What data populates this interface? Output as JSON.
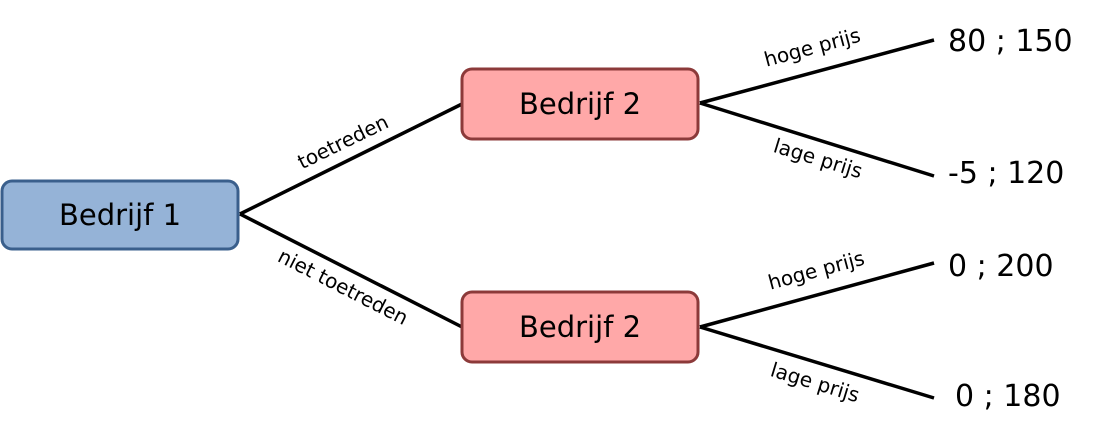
{
  "nodes": {
    "root": {
      "label": "Bedrijf 1",
      "fill": "#95b3d7",
      "border": "#3a5f8c"
    },
    "top": {
      "label": "Bedrijf 2",
      "fill": "#ffa8a8",
      "border": "#8c3a3a"
    },
    "bottom": {
      "label": "Bedrijf 2",
      "fill": "#ffa8a8",
      "border": "#8c3a3a"
    }
  },
  "edges": {
    "enter": "toetreden",
    "not_enter": "niet toetreden",
    "top_high": "hoge prijs",
    "top_low": "lage prijs",
    "bottom_high": "hoge prijs",
    "bottom_low": "lage prijs"
  },
  "payoffs": {
    "top_high": "80 ; 150",
    "top_low": "-5 ; 120",
    "bottom_high": "0 ; 200",
    "bottom_low": "0 ; 180"
  }
}
